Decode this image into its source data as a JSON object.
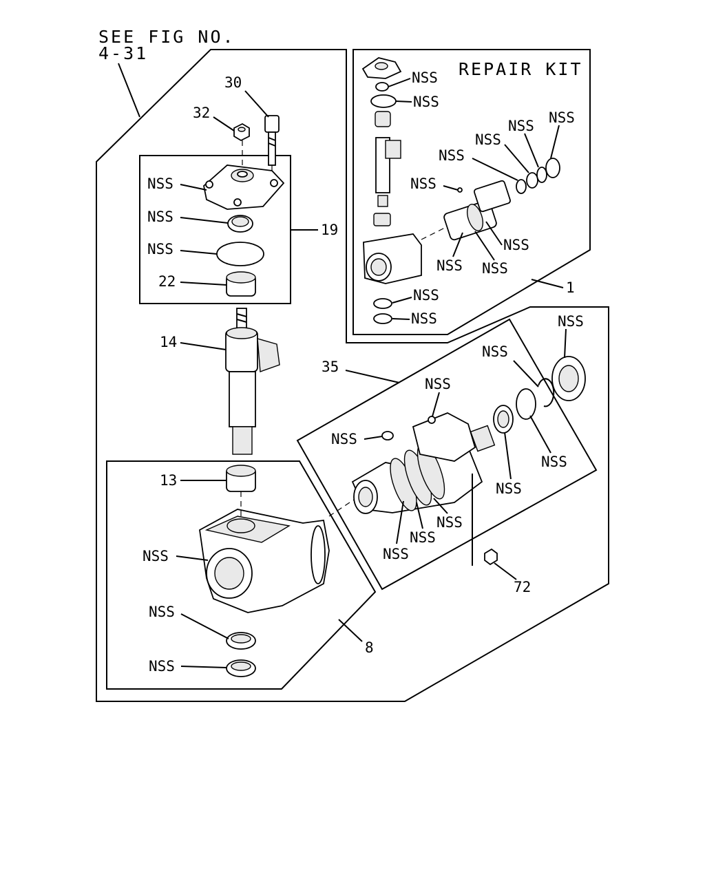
{
  "diagram": {
    "reference": [
      "SEE FIG NO.",
      "4-31"
    ],
    "repair_kit_label": "REPAIR KIT",
    "callouts": {
      "c30": "30",
      "c32": "32",
      "c19": "19",
      "c22": "22",
      "c14": "14",
      "c13": "13",
      "c8": "8",
      "c1": "1",
      "c35": "35",
      "c72": "72"
    },
    "nss": "NSS"
  }
}
